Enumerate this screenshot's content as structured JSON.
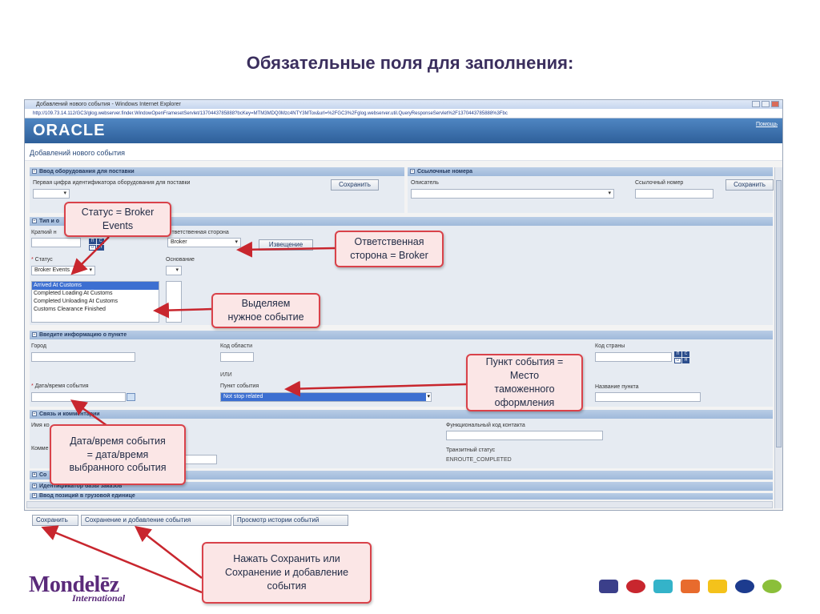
{
  "slide": {
    "title": "Обязательные поля для заполнения:"
  },
  "browser": {
    "window_title": "Добавлений нового события - Windows Internet Explorer",
    "address": "http://109.73.14.112/GC3/glog.webserver.finder.WindowOpenFramesetServlet/1370443785888?bcKey=MTM3MDQ0Mzc4NTY3MTox&url=%2FGC3%2Fglog.webserver.util.QueryResponseServlet%2F1370443785888%3Fbc"
  },
  "oracle": {
    "logo": "ORACLE",
    "help_link": "Помощь",
    "page_heading": "Добавлений нового события"
  },
  "sections": {
    "equipment": {
      "title": "Ввод оборудования для поставки",
      "field_label": "Первая цифра идентификатора оборудования для поставки",
      "save": "Сохранить"
    },
    "reference": {
      "title": "Ссылочные номера",
      "describer_label": "Описатель",
      "ref_number_label": "Ссылочный номер",
      "save": "Сохранить"
    },
    "type": {
      "title": "Тип и о",
      "short_label": "Краткий н",
      "responsible_label": "Ответственная сторона",
      "responsible_value": "Broker",
      "notice_button": "Извещение",
      "status_label": "Статус",
      "status_value": "Broker Events",
      "basis_label": "Основание",
      "status_options": [
        "Arrived At Customs",
        "Completed Loading At Customs",
        "Completed Unloading At Customs",
        "Customs Clearance Finished"
      ]
    },
    "point": {
      "title": "Введите информацию о пункте",
      "city_label": "Город",
      "region_label": "Код области",
      "country_label": "Код страны",
      "or_text": "ИЛИ",
      "datetime_label": "Дата/время события",
      "event_point_label": "Пункт события",
      "event_point_value": "Not stop related",
      "point_name_label": "Название пункта"
    },
    "comm": {
      "title": "Связь и комментарии",
      "name_label": "Имя ко",
      "comment_label": "Комме",
      "func_code_label": "Функциональный код контакта",
      "transit_label": "Транзитный статус",
      "transit_value": "ENROUTE_COMPLETED"
    },
    "collapsed": {
      "s1": "Со",
      "s2": "Идентификатор базы заказов",
      "s3": "Ввод позиций в грузовой единице"
    }
  },
  "bottom_buttons": {
    "save": "Сохранить",
    "save_add": "Сохранение и добавление события",
    "history": "Просмотр истории событий"
  },
  "callouts": {
    "status": "Статус = Broker\nEvents",
    "responsible": "Ответственная\nсторона = Broker",
    "select_event": "Выделяем\nнужное событие",
    "event_point": "Пункт события =\nМесто\nтаможенного\nоформления",
    "datetime": "Дата/время события\n= дата/время\nвыбранного события",
    "save": "Нажать Сохранить или\nСохранение и добавление\nсобытия"
  },
  "brand": {
    "name": "Mondelēz",
    "sub": "International"
  },
  "colors": {
    "title": "#3b2f5e",
    "oracle_bar": "#2e5f9a",
    "callout_border": "#d9424a",
    "callout_fill": "#fbe6e6",
    "arrow": "#c8262e",
    "brand": "#5a2a7a"
  }
}
